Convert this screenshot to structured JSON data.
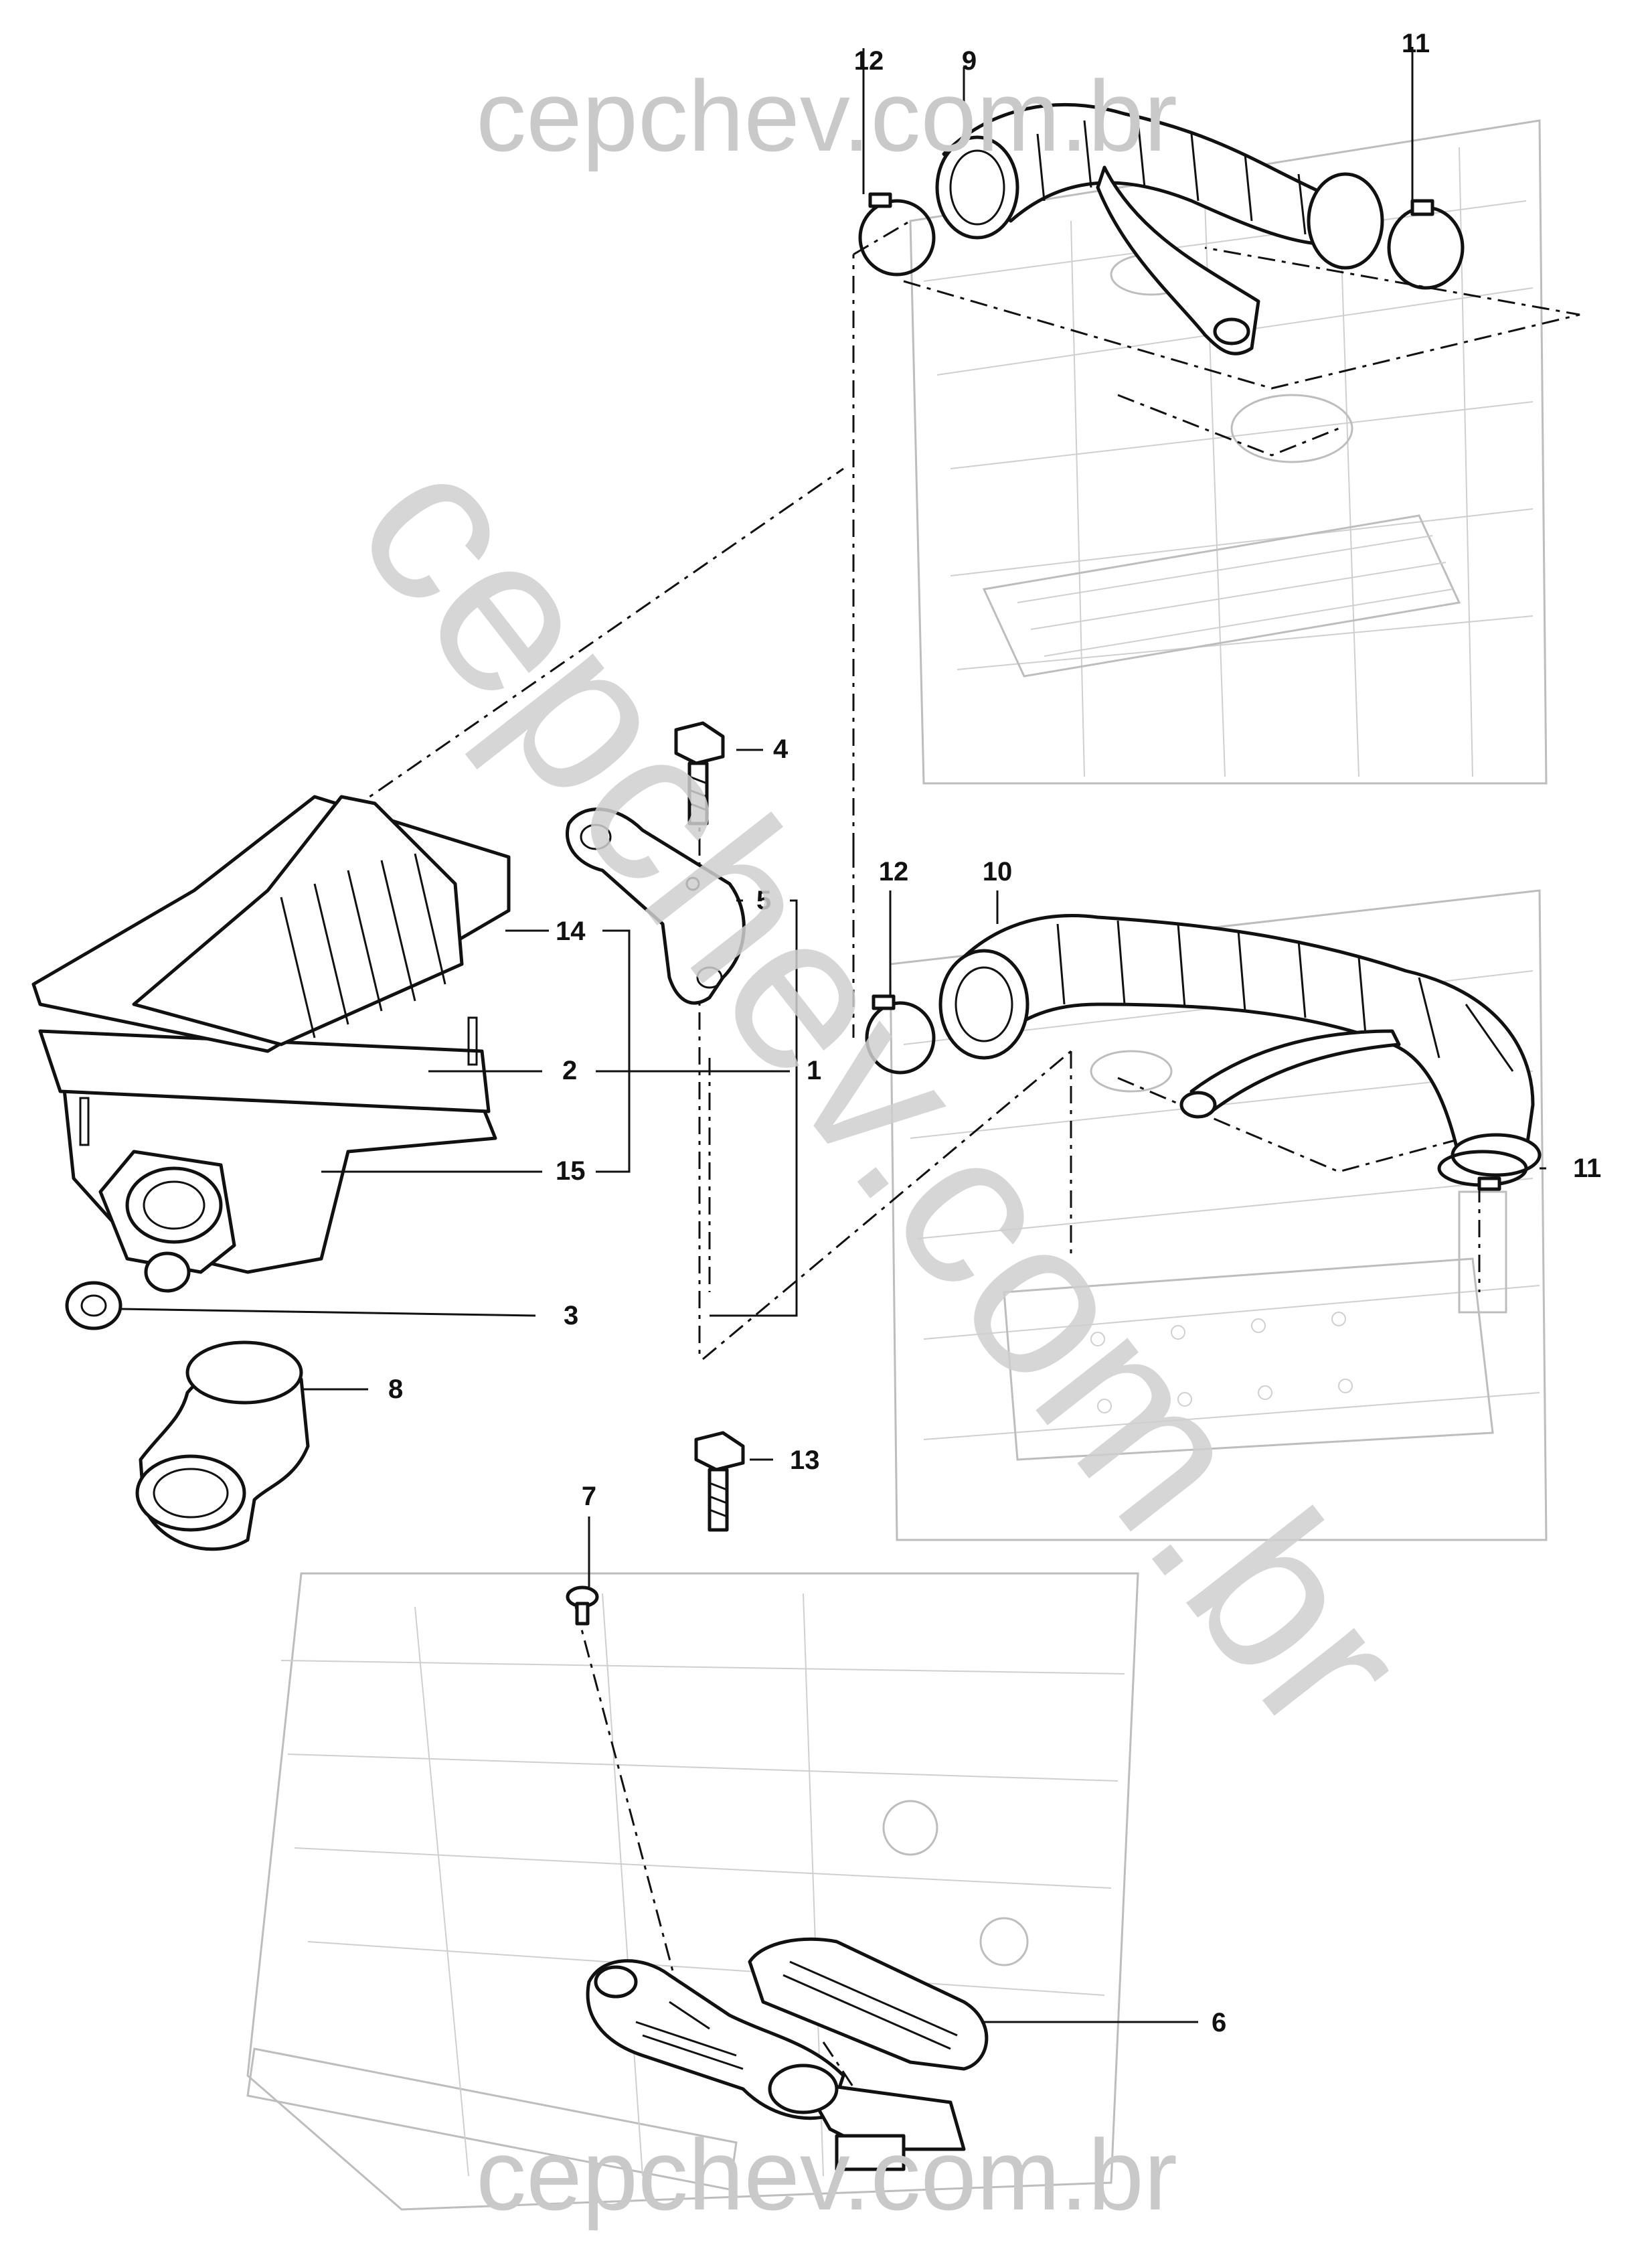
{
  "watermark": {
    "top": "cepchev.com.br",
    "diagonal": "cepchev.com.br",
    "bottom": "cepchev.com.br"
  },
  "callouts": {
    "c1": "1",
    "c2": "2",
    "c3": "3",
    "c4": "4",
    "c5": "5",
    "c6": "6",
    "c7": "7",
    "c8": "8",
    "c9": "9",
    "c10": "10",
    "c11a": "11",
    "c11b": "11",
    "c12a": "12",
    "c12b": "12",
    "c13": "13",
    "c14": "14",
    "c15": "15"
  }
}
